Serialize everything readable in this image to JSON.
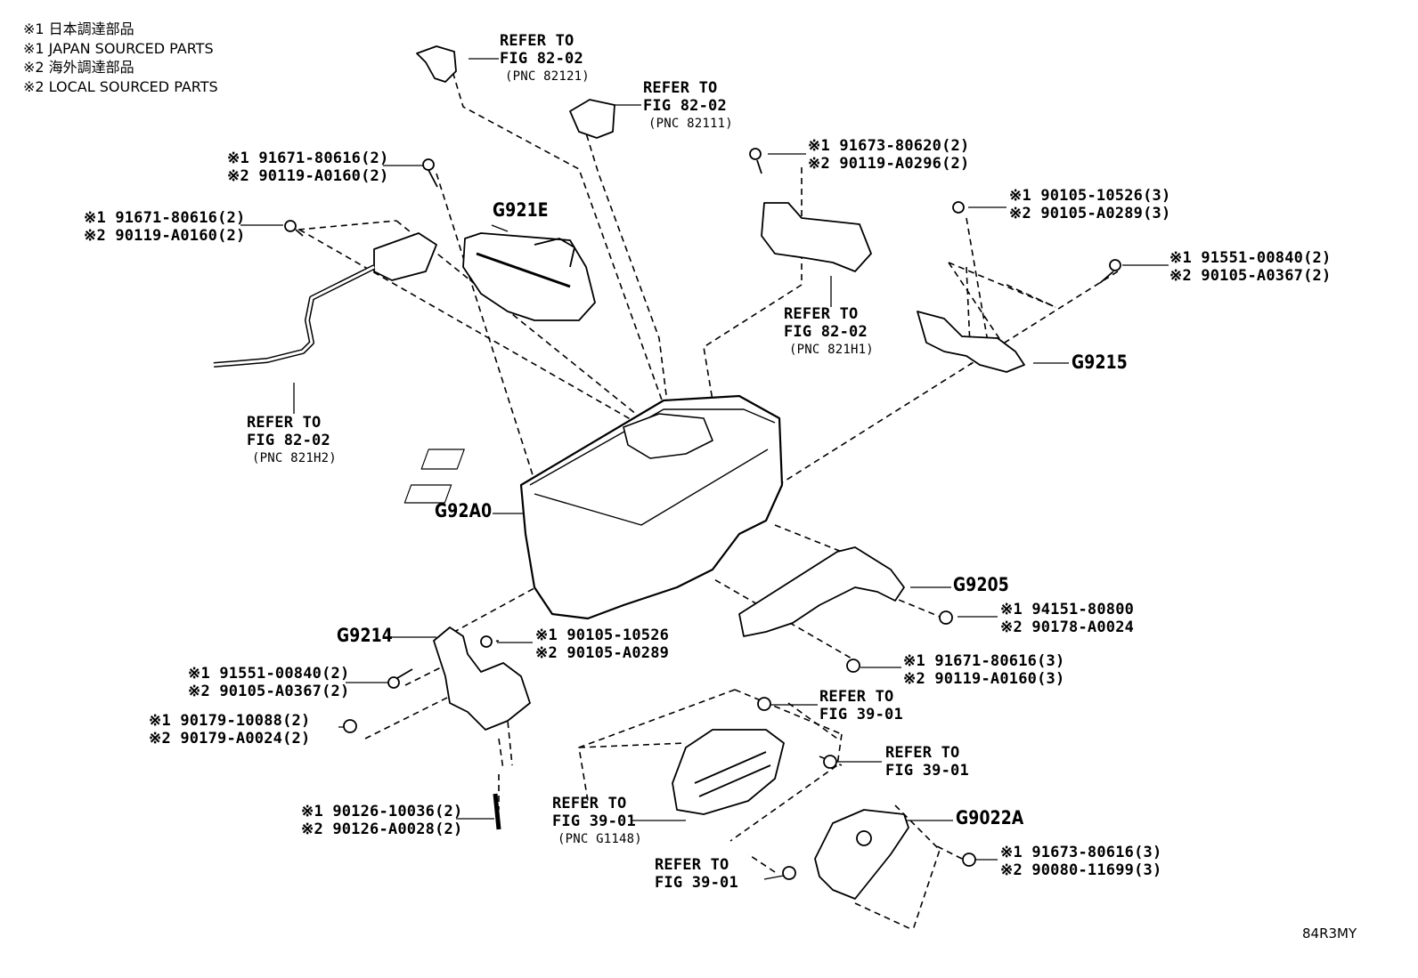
{
  "legend": [
    "※1 日本調達部品",
    "※1 JAPAN SOURCED PARTS",
    "※2 海外調達部品",
    "※2 LOCAL SOURCED PARTS"
  ],
  "refs": {
    "r1": {
      "l1": "REFER TO",
      "l2": "FIG 82-02",
      "l3": "(PNC 82121)"
    },
    "r2": {
      "l1": "REFER TO",
      "l2": "FIG 82-02",
      "l3": "(PNC 82111)"
    },
    "r3": {
      "l1": "REFER TO",
      "l2": "FIG 82-02",
      "l3": "(PNC 821H1)"
    },
    "r4": {
      "l1": "REFER TO",
      "l2": "FIG 82-02",
      "l3": "(PNC 821H2)"
    },
    "r5": {
      "l1": "REFER TO",
      "l2": "FIG 39-01"
    },
    "r6": {
      "l1": "REFER TO",
      "l2": "FIG 39-01"
    },
    "r7": {
      "l1": "REFER TO",
      "l2": "FIG 39-01",
      "l3": "(PNC G1148)"
    },
    "r8": {
      "l1": "REFER TO",
      "l2": "FIG 39-01"
    }
  },
  "parts": {
    "p1": {
      "a": "※1 91671-80616(2)",
      "b": "※2 90119-A0160(2)"
    },
    "p2": {
      "a": "※1 91671-80616(2)",
      "b": "※2 90119-A0160(2)"
    },
    "p3": {
      "a": "※1 91673-80620(2)",
      "b": "※2 90119-A0296(2)"
    },
    "p4": {
      "a": "※1 90105-10526(3)",
      "b": "※2 90105-A0289(3)"
    },
    "p5": {
      "a": "※1 91551-00840(2)",
      "b": "※2 90105-A0367(2)"
    },
    "p6": {
      "a": "※1 94151-80800",
      "b": "※2 90178-A0024"
    },
    "p7": {
      "a": "※1 90105-10526",
      "b": "※2 90105-A0289"
    },
    "p8": {
      "a": "※1 91671-80616(3)",
      "b": "※2 90119-A0160(3)"
    },
    "p9": {
      "a": "※1 91551-00840(2)",
      "b": "※2 90105-A0367(2)"
    },
    "p10": {
      "a": "※1 90179-10088(2)",
      "b": "※2 90179-A0024(2)"
    },
    "p11": {
      "a": "※1 90126-10036(2)",
      "b": "※2 90126-A0028(2)"
    },
    "p12": {
      "a": "※1 91673-80616(3)",
      "b": "※2 90080-11699(3)"
    }
  },
  "codes": {
    "g921e": "G921E",
    "g92a0": "G92A0",
    "g9215": "G9215",
    "g9205": "G9205",
    "g9214": "G9214",
    "g9022a": "G9022A"
  },
  "illustration_id": "84R3MY"
}
